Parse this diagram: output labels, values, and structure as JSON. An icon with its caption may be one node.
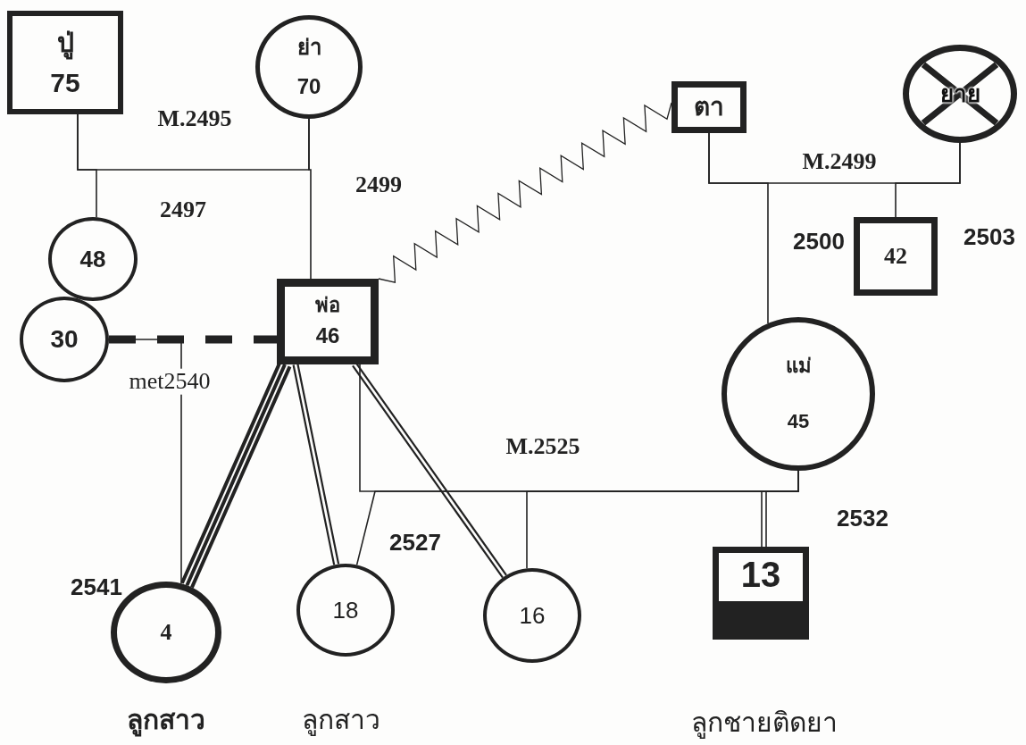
{
  "diagram": {
    "nodes": [
      {
        "text": [
          "ปู่",
          "75"
        ]
      },
      {
        "text": [
          "ย่า",
          "70"
        ]
      },
      {
        "text": [
          "ตา"
        ]
      },
      {
        "text": [
          "ยาย"
        ]
      },
      {
        "text": [
          "48"
        ]
      },
      {
        "text": [
          "พ่อ",
          "46"
        ]
      },
      {
        "text": [
          "42"
        ]
      },
      {
        "text": [
          "30"
        ]
      },
      {
        "text": [
          "แม่",
          "45"
        ]
      },
      {
        "text": [
          "4"
        ],
        "beside": [
          "ลูกสาว"
        ]
      },
      {
        "text": [
          "18"
        ],
        "beside": [
          "ลูกสาว"
        ]
      },
      {
        "text": [
          "16"
        ]
      },
      {
        "text": [
          "13"
        ],
        "beside": [
          "ลูกชายติดยา"
        ]
      }
    ],
    "edges": [
      {
        "from": 0,
        "to": 1,
        "arrow": "none",
        "label": "M.2495"
      },
      {
        "from": 0,
        "to": 4,
        "arrow": "none"
      },
      {
        "from": 1,
        "to": 5,
        "arrow": "none"
      },
      {
        "from": 5,
        "to": 2,
        "arrow": "none"
      },
      {
        "from": 2,
        "to": 3,
        "arrow": "none",
        "label": "M.2499"
      },
      {
        "from": 2,
        "to": 8,
        "arrow": "none"
      },
      {
        "from": 3,
        "to": 6,
        "arrow": "none"
      },
      {
        "from": 7,
        "to": 5,
        "arrow": "none",
        "style": "dashed",
        "label": "met2540"
      },
      {
        "from": 7,
        "to": 9,
        "arrow": "none"
      },
      {
        "from": 5,
        "to": 9,
        "arrow": "none",
        "style": "thick"
      },
      {
        "from": 5,
        "to": 10,
        "arrow": "none"
      },
      {
        "from": 5,
        "to": 11,
        "arrow": "none"
      },
      {
        "from": 5,
        "to": 8,
        "arrow": "none",
        "label": "M.2525"
      },
      {
        "from": 8,
        "to": 10,
        "arrow": "none"
      },
      {
        "from": 8,
        "to": 11,
        "arrow": "none"
      },
      {
        "from": 8,
        "to": 12,
        "arrow": "none"
      }
    ],
    "labels": [
      "2497",
      "2499",
      "2500",
      "2503",
      "2541",
      "2527",
      "2532"
    ]
  }
}
